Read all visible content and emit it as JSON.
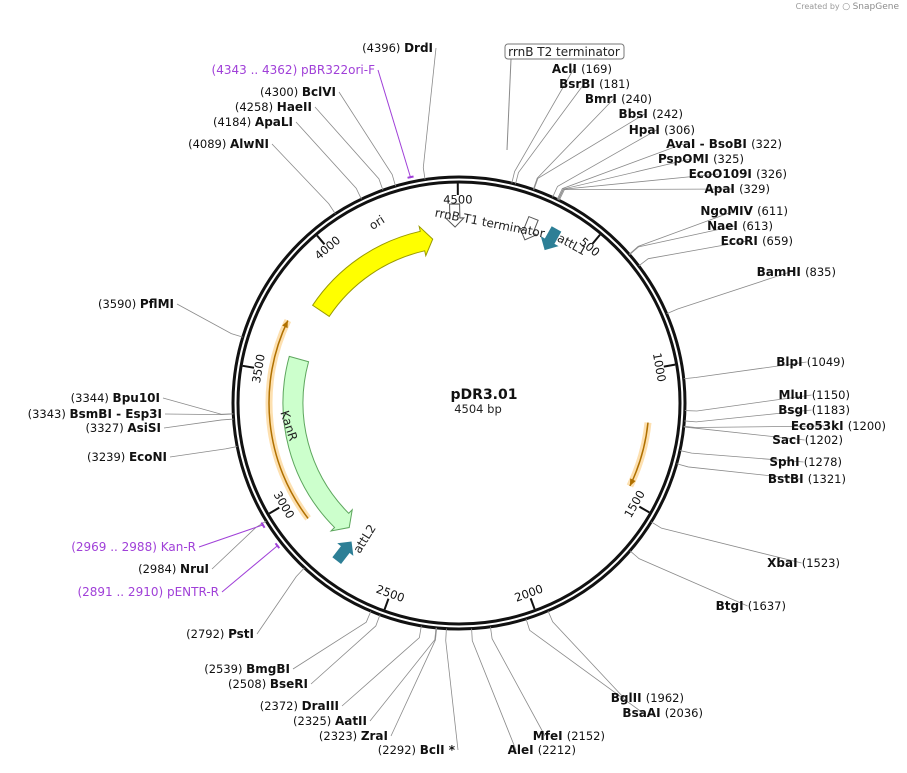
{
  "credit": {
    "prefix": "Created by",
    "brand": "SnapGene"
  },
  "plasmid": {
    "name": "pDR3.01",
    "length_label": "4504 bp",
    "length": 4504
  },
  "ticks": [
    {
      "pos": 500,
      "label": "500"
    },
    {
      "pos": 1000,
      "label": "1000"
    },
    {
      "pos": 1500,
      "label": "1500"
    },
    {
      "pos": 2000,
      "label": "2000"
    },
    {
      "pos": 2500,
      "label": "2500"
    },
    {
      "pos": 3000,
      "label": "3000"
    },
    {
      "pos": 3500,
      "label": "3500"
    },
    {
      "pos": 4000,
      "label": "4000"
    },
    {
      "pos": 4500,
      "label": "4500"
    }
  ],
  "enzymes": [
    {
      "name": "AclI",
      "pos_label": "(169)",
      "pos": 169,
      "side": "right"
    },
    {
      "name": "BsrBI",
      "pos_label": "(181)",
      "pos": 181,
      "side": "right"
    },
    {
      "name": "BmrI",
      "pos_label": "(240)",
      "pos": 240,
      "side": "right"
    },
    {
      "name": "BbsI",
      "pos_label": "(242)",
      "pos": 242,
      "side": "right"
    },
    {
      "name": "HpaI",
      "pos_label": "(306)",
      "pos": 306,
      "side": "right"
    },
    {
      "name": "AvaI - BsoBI",
      "pos_label": "(322)",
      "pos": 322,
      "side": "right"
    },
    {
      "name": "PspOMI",
      "pos_label": "(325)",
      "pos": 325,
      "side": "right"
    },
    {
      "name": "EcoO109I",
      "pos_label": "(326)",
      "pos": 326,
      "side": "right"
    },
    {
      "name": "ApaI",
      "pos_label": "(329)",
      "pos": 329,
      "side": "right"
    },
    {
      "name": "NgoMIV",
      "pos_label": "(611)",
      "pos": 611,
      "side": "right"
    },
    {
      "name": "NaeI",
      "pos_label": "(613)",
      "pos": 613,
      "side": "right"
    },
    {
      "name": "EcoRI",
      "pos_label": "(659)",
      "pos": 659,
      "side": "right"
    },
    {
      "name": "BamHI",
      "pos_label": "(835)",
      "pos": 835,
      "side": "right"
    },
    {
      "name": "BlpI",
      "pos_label": "(1049)",
      "pos": 1049,
      "side": "right"
    },
    {
      "name": "MluI",
      "pos_label": "(1150)",
      "pos": 1150,
      "side": "right"
    },
    {
      "name": "BsgI",
      "pos_label": "(1183)",
      "pos": 1183,
      "side": "right"
    },
    {
      "name": "Eco53kI",
      "pos_label": "(1200)",
      "pos": 1200,
      "side": "right"
    },
    {
      "name": "SacI",
      "pos_label": "(1202)",
      "pos": 1202,
      "side": "right"
    },
    {
      "name": "SphI",
      "pos_label": "(1278)",
      "pos": 1278,
      "side": "right"
    },
    {
      "name": "BstBI",
      "pos_label": "(1321)",
      "pos": 1321,
      "side": "right"
    },
    {
      "name": "XbaI",
      "pos_label": "(1523)",
      "pos": 1523,
      "side": "right"
    },
    {
      "name": "BtgI",
      "pos_label": "(1637)",
      "pos": 1637,
      "side": "right"
    },
    {
      "name": "BglII",
      "pos_label": "(1962)",
      "pos": 1962,
      "side": "right"
    },
    {
      "name": "BsaAI",
      "pos_label": "(2036)",
      "pos": 2036,
      "side": "right"
    },
    {
      "name": "MfeI",
      "pos_label": "(2152)",
      "pos": 2152,
      "side": "right"
    },
    {
      "name": "AleI",
      "pos_label": "(2212)",
      "pos": 2212,
      "side": "right"
    },
    {
      "name": "BclI *",
      "pos_label": "(2292)",
      "pos": 2292,
      "side": "left"
    },
    {
      "name": "ZraI",
      "pos_label": "(2323)",
      "pos": 2323,
      "side": "left"
    },
    {
      "name": "AatII",
      "pos_label": "(2325)",
      "pos": 2325,
      "side": "left"
    },
    {
      "name": "DraIII",
      "pos_label": "(2372)",
      "pos": 2372,
      "side": "left"
    },
    {
      "name": "BseRI",
      "pos_label": "(2508)",
      "pos": 2508,
      "side": "left"
    },
    {
      "name": "BmgBI",
      "pos_label": "(2539)",
      "pos": 2539,
      "side": "left"
    },
    {
      "name": "PstI",
      "pos_label": "(2792)",
      "pos": 2792,
      "side": "left"
    },
    {
      "name": "NruI",
      "pos_label": "(2984)",
      "pos": 2984,
      "side": "left"
    },
    {
      "name": "EcoNI",
      "pos_label": "(3239)",
      "pos": 3239,
      "side": "left"
    },
    {
      "name": "AsiSI",
      "pos_label": "(3327)",
      "pos": 3327,
      "side": "left"
    },
    {
      "name": "BsmBI - Esp3I",
      "pos_label": "(3343)",
      "pos": 3343,
      "side": "left"
    },
    {
      "name": "Bpu10I",
      "pos_label": "(3344)",
      "pos": 3344,
      "side": "left"
    },
    {
      "name": "PflMI",
      "pos_label": "(3590)",
      "pos": 3590,
      "side": "left"
    },
    {
      "name": "AlwNI",
      "pos_label": "(4089)",
      "pos": 4089,
      "side": "left"
    },
    {
      "name": "ApaLI",
      "pos_label": "(4184)",
      "pos": 4184,
      "side": "left"
    },
    {
      "name": "HaeII",
      "pos_label": "(4258)",
      "pos": 4258,
      "side": "left"
    },
    {
      "name": "BclVI",
      "pos_label": "(4300)",
      "pos": 4300,
      "side": "left"
    },
    {
      "name": "DrdI",
      "pos_label": "(4396)",
      "pos": 4396,
      "side": "left"
    }
  ],
  "primers": [
    {
      "name": "pBR322ori-F",
      "range_label": "(4343 .. 4362)",
      "start": 4343,
      "end": 4362
    },
    {
      "name": "Kan-R",
      "range_label": "(2969 .. 2988)",
      "start": 2969,
      "end": 2988
    },
    {
      "name": "pENTR-R",
      "range_label": "(2891 .. 2910)",
      "start": 2891,
      "end": 2910
    }
  ],
  "features": [
    {
      "name": "ori",
      "start": 3800,
      "end": 4390,
      "color": "#ffff00",
      "stroke": "#9a9a00",
      "kind": "arrow"
    },
    {
      "name": "KanR",
      "start": 2770,
      "end": 3570,
      "color": "#ccffcc",
      "stroke": "#5da65d",
      "kind": "arrow-ccw"
    },
    {
      "name": "rrnB T1 terminator",
      "start": 4480,
      "end": 4496,
      "color": "#ffffff",
      "stroke": "#555555",
      "kind": "arrow"
    },
    {
      "name": "attL1",
      "start": 240,
      "end": 310,
      "color": "#ffffff",
      "stroke": "#555555",
      "kind": "arrow"
    },
    {
      "name": "attL1-blue",
      "start": 332,
      "end": 400,
      "color": "#2d7f96",
      "stroke": "#2d7f96",
      "kind": "arrow"
    },
    {
      "name": "attL2",
      "start": 2690,
      "end": 2760,
      "color": "#2d7f96",
      "stroke": "#2d7f96",
      "kind": "arrow"
    }
  ],
  "feature_labels": {
    "ori": "ori",
    "kanr": "KanR",
    "rrnb_t1": "rrnB T1 terminator",
    "attl1": "attL1",
    "attl2": "attL2",
    "rrnb_t2": "rrnB T2 terminator"
  },
  "orange_arcs": [
    {
      "start": 1200,
      "end": 1450,
      "color": "#f0a030"
    },
    {
      "start": 2910,
      "end": 3700,
      "color": "#f0a030"
    }
  ],
  "colors": {
    "backbone": "#111111",
    "primer": "#a040d8",
    "leader": "#8a8a8a"
  }
}
